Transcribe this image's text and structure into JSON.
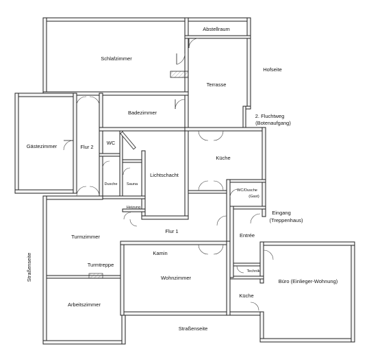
{
  "plan": {
    "rooms": {
      "schlafzimmer": "Schlafzimmer",
      "abstellraum": "Abstellraum",
      "terrasse": "Terrasse",
      "badezimmer": "Badezimmer",
      "gaestezimmer": "Gästezimmer",
      "flur2": "Flur 2",
      "wc": "WC",
      "dusche": "Dusche",
      "sauna": "Sauna",
      "lichtschacht": "Lichtschacht",
      "kueche": "Küche",
      "heizung": "Heizung",
      "wc_dusche_line1": "WC/Dusche",
      "wc_dusche_line2": "(Gast)",
      "turmzimmer": "Turmzimmer",
      "flur1": "Flur 1",
      "entree": "Entrée",
      "kamin": "Kamin",
      "turmtreppe": "Turmtreppe",
      "wohnzimmer": "Wohnzimmer",
      "technik": "Technik",
      "kueche2": "Küche",
      "buero": "Büro (Einlieger-Wohnung)",
      "arbeitszimmer": "Arbeitszimmer"
    },
    "annotations": {
      "hofseite": "Hofseite",
      "fluchtweg_line1": "2. Fluchtweg",
      "fluchtweg_line2": "(Botenaufgang)",
      "eingang_line1": "Eingang",
      "eingang_line2": "(Treppenhaus)",
      "strassenseite_left": "Straßenseite",
      "strassenseite_bottom": "Straßenseite"
    }
  }
}
